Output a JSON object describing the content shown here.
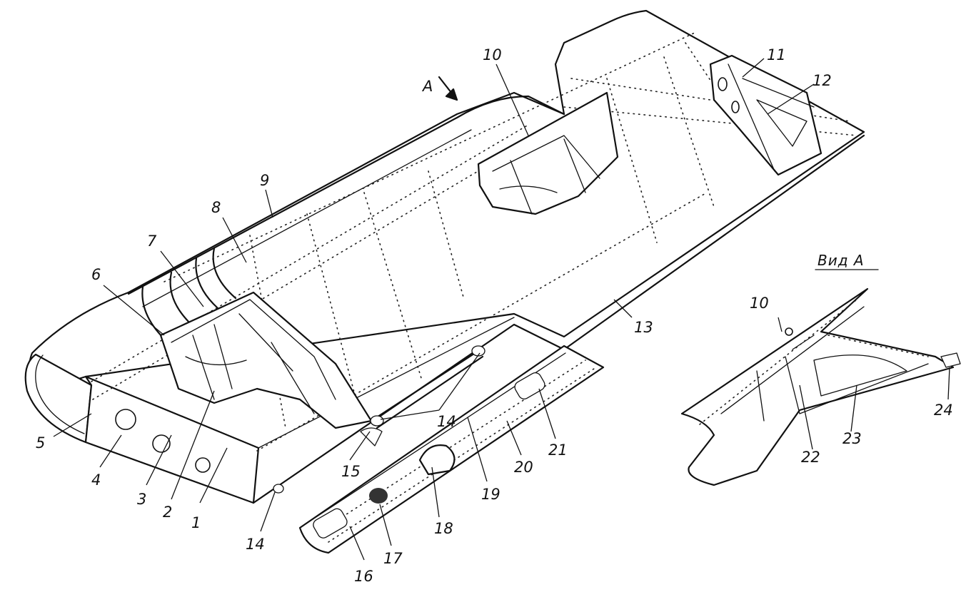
{
  "labels": {
    "n1": "1",
    "n2": "2",
    "n3": "3",
    "n4": "4",
    "n5": "5",
    "n6": "6",
    "n7": "7",
    "n8": "8",
    "n9": "9",
    "n10": "10",
    "n11": "11",
    "n12": "12",
    "n13": "13",
    "n14a": "14",
    "n14b": "14",
    "n15": "15",
    "n16": "16",
    "n17": "17",
    "n18": "18",
    "n19": "19",
    "n20": "20",
    "n21": "21",
    "n10b": "10",
    "n22": "22",
    "n23": "23",
    "n24": "24"
  },
  "view_arrow_label": "A",
  "view_title": "Вид А"
}
